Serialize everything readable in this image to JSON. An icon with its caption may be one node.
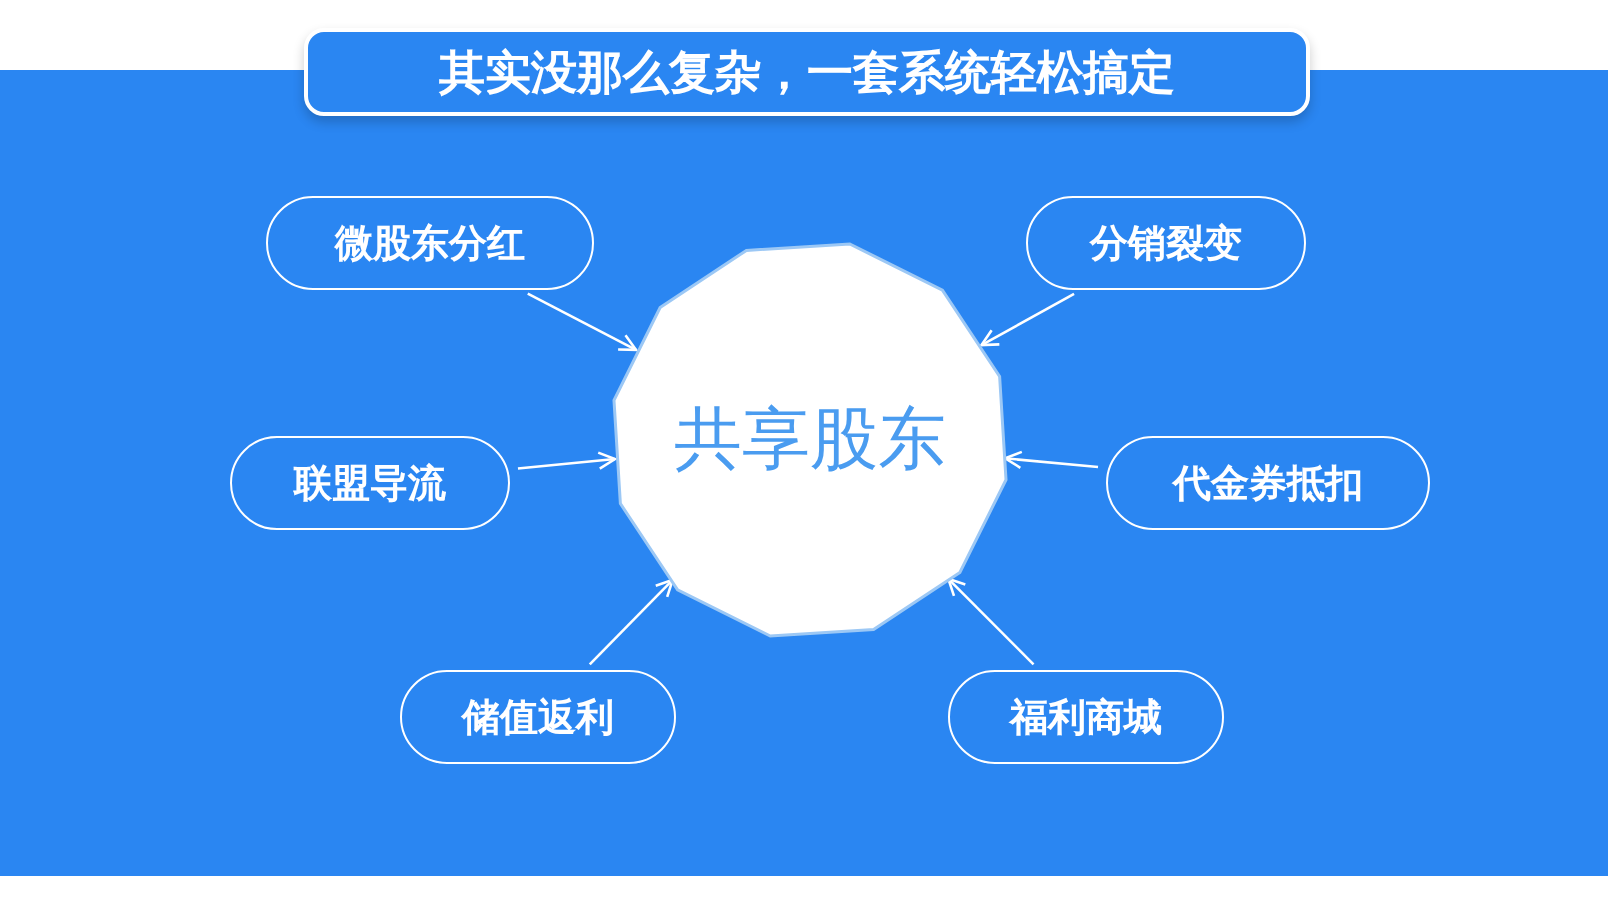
{
  "diagram": {
    "title": "其实没那么复杂，一套系统轻松搞定",
    "nodes": [
      {
        "text": [
          "共享股东"
        ]
      },
      {
        "text": [
          "微股东分红"
        ]
      },
      {
        "text": [
          "分销裂变"
        ]
      },
      {
        "text": [
          "联盟导流"
        ]
      },
      {
        "text": [
          "代金券抵扣"
        ]
      },
      {
        "text": [
          "储值返利"
        ]
      },
      {
        "text": [
          "福利商城"
        ]
      }
    ],
    "edges": [
      {
        "from": 1,
        "to": 0,
        "arrow": "to"
      },
      {
        "from": 2,
        "to": 0,
        "arrow": "to"
      },
      {
        "from": 3,
        "to": 0,
        "arrow": "to"
      },
      {
        "from": 4,
        "to": 0,
        "arrow": "to"
      },
      {
        "from": 5,
        "to": 0,
        "arrow": "to"
      },
      {
        "from": 6,
        "to": 0,
        "arrow": "to"
      }
    ]
  }
}
